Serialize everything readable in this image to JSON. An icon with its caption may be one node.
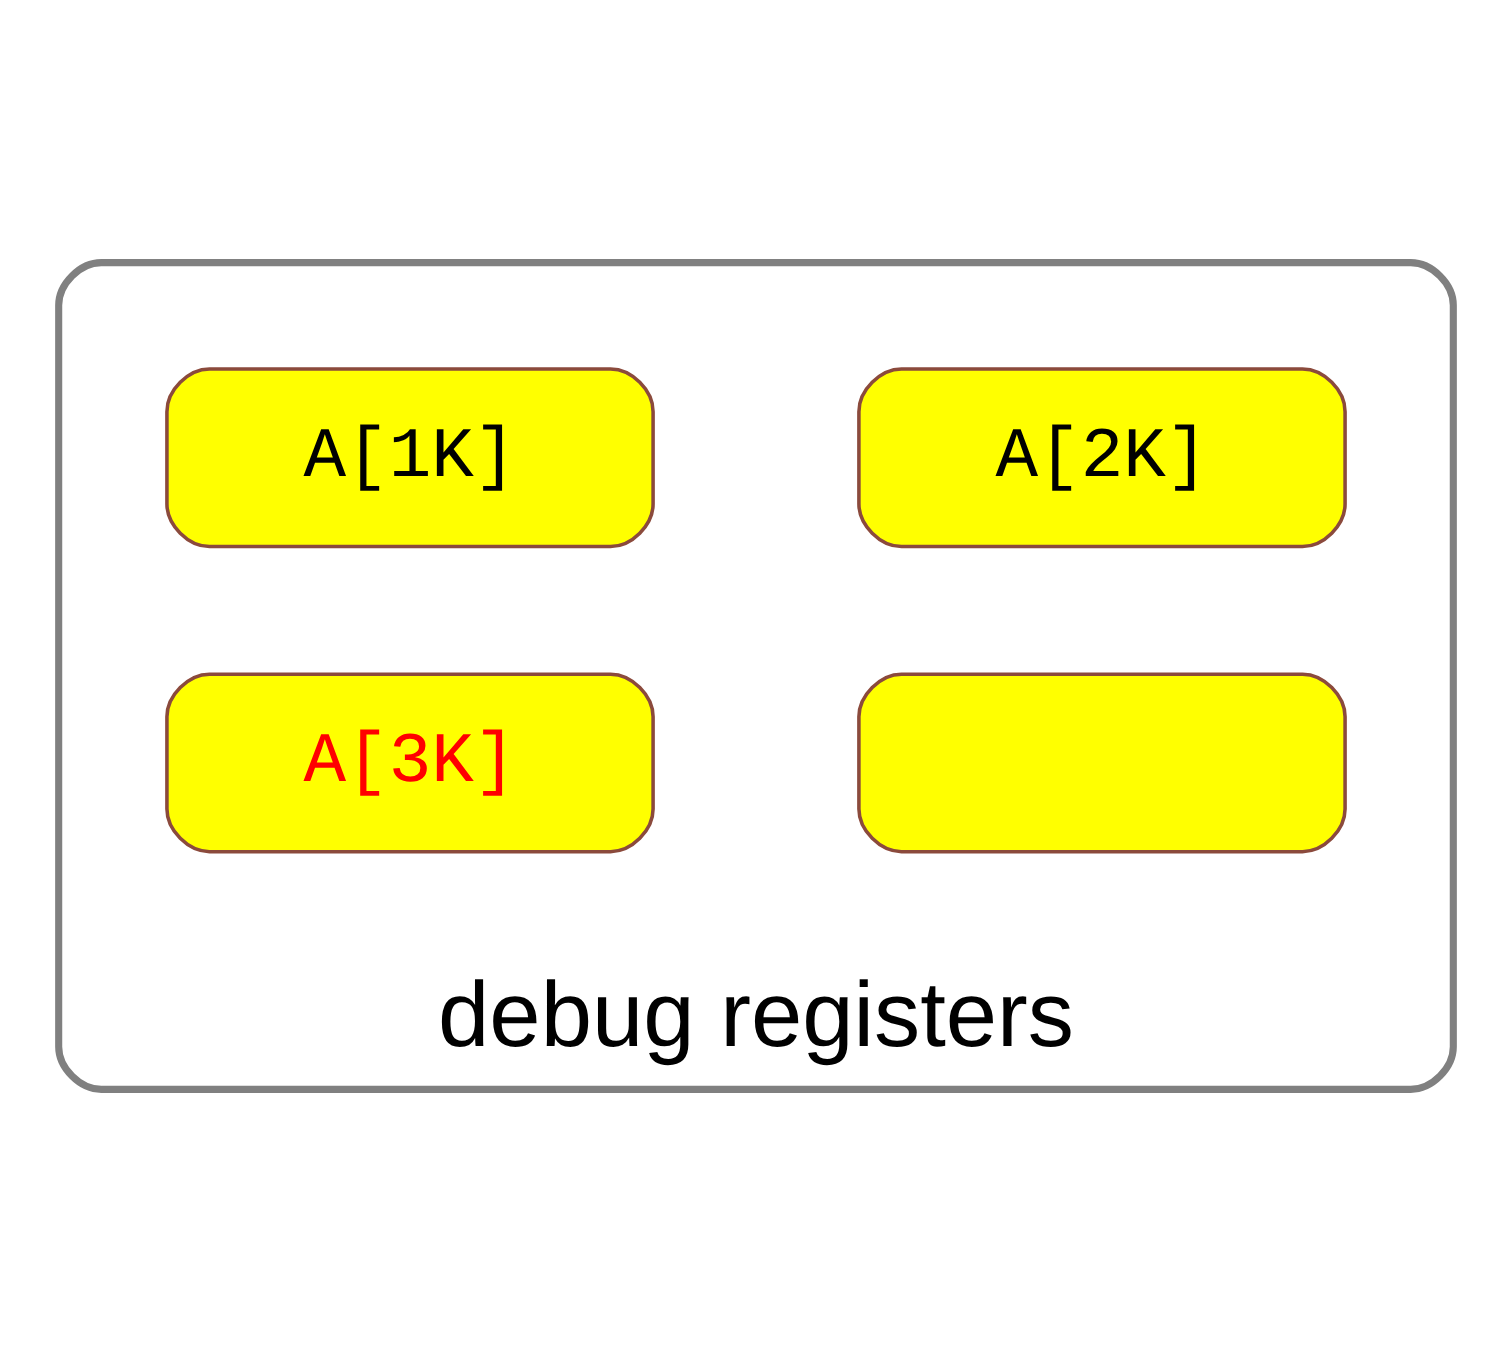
{
  "diagram": {
    "nodes": [
      {
        "text": [
          "debug registers"
        ]
      },
      {
        "text": [
          "A[1K]"
        ],
        "in": 0
      },
      {
        "text": [
          "A[2K]"
        ],
        "in": 0
      },
      {
        "text": [
          "A[3K]"
        ],
        "in": 0
      },
      {
        "text": [],
        "shape": "box",
        "in": 0
      }
    ],
    "edges": []
  }
}
